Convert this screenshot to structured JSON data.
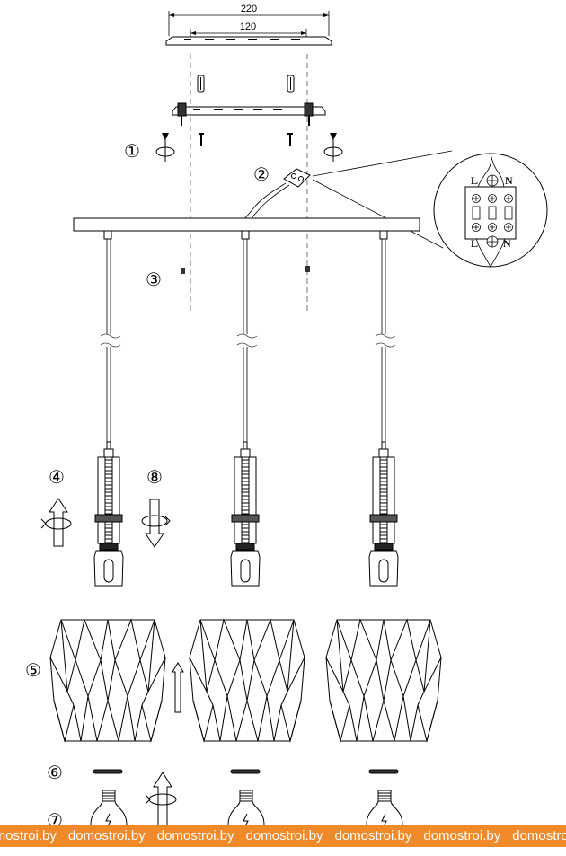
{
  "dimensions": {
    "outer": "220",
    "inner": "120"
  },
  "steps": [
    "①",
    "②",
    "③",
    "④",
    "⑤",
    "⑥",
    "⑦",
    "⑧"
  ],
  "terminal_labels": {
    "top_left": "L",
    "top_right": "N",
    "bottom_left": "L",
    "bottom_right": "N"
  },
  "watermark": {
    "text": "domostroi.by",
    "color": "#f0892a"
  }
}
